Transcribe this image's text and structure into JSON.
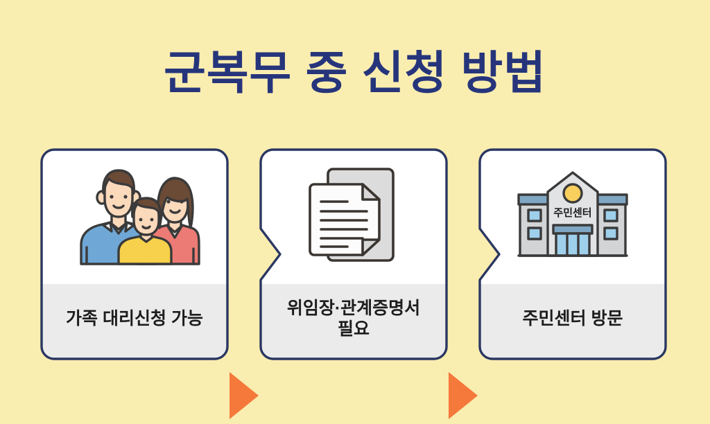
{
  "page": {
    "title": "군복무 중 신청 방법",
    "background_color": "#FAEDB0",
    "title_color": "#26357B",
    "accent_orange": "#F5793B",
    "card_border_color": "#2A3762",
    "card_top_color": "#FFFFFF",
    "card_band_color": "#EBEBEB",
    "label_color": "#1D1D1D"
  },
  "steps": [
    {
      "index": "1",
      "label": "가족 대리신청 가능",
      "icon": "family-icon",
      "art": {
        "father_shirt_color": "#6FA8D6",
        "mother_shirt_color": "#ED7B75",
        "child_shirt_color": "#F7D14B",
        "skin_color": "#FBD9BB",
        "hair_color": "#6B4A36",
        "outline_color": "#3A3A3A"
      }
    },
    {
      "index": "2",
      "label": "위임장·관계증명서\n필요",
      "icon": "documents-icon",
      "art": {
        "back_sheet_color": "#DCDCDC",
        "front_sheet_color": "#FCFCFC",
        "line_color": "#3A3530",
        "outline_color": "#3A3530"
      }
    },
    {
      "index": "3",
      "label": "주민센터 방문",
      "icon": "community-center-icon",
      "art": {
        "sign_text": "주민센터",
        "wall_color": "#D3D4D6",
        "roof_color": "#7FA7C4",
        "window_color": "#9ED0EC",
        "emblem_color": "#F9CF5E",
        "outline_color": "#3A3A3A"
      }
    }
  ],
  "connectors": [
    {
      "name": "arrow-1",
      "shape": "chevron-right"
    },
    {
      "name": "arrow-2",
      "shape": "chevron-right"
    }
  ]
}
